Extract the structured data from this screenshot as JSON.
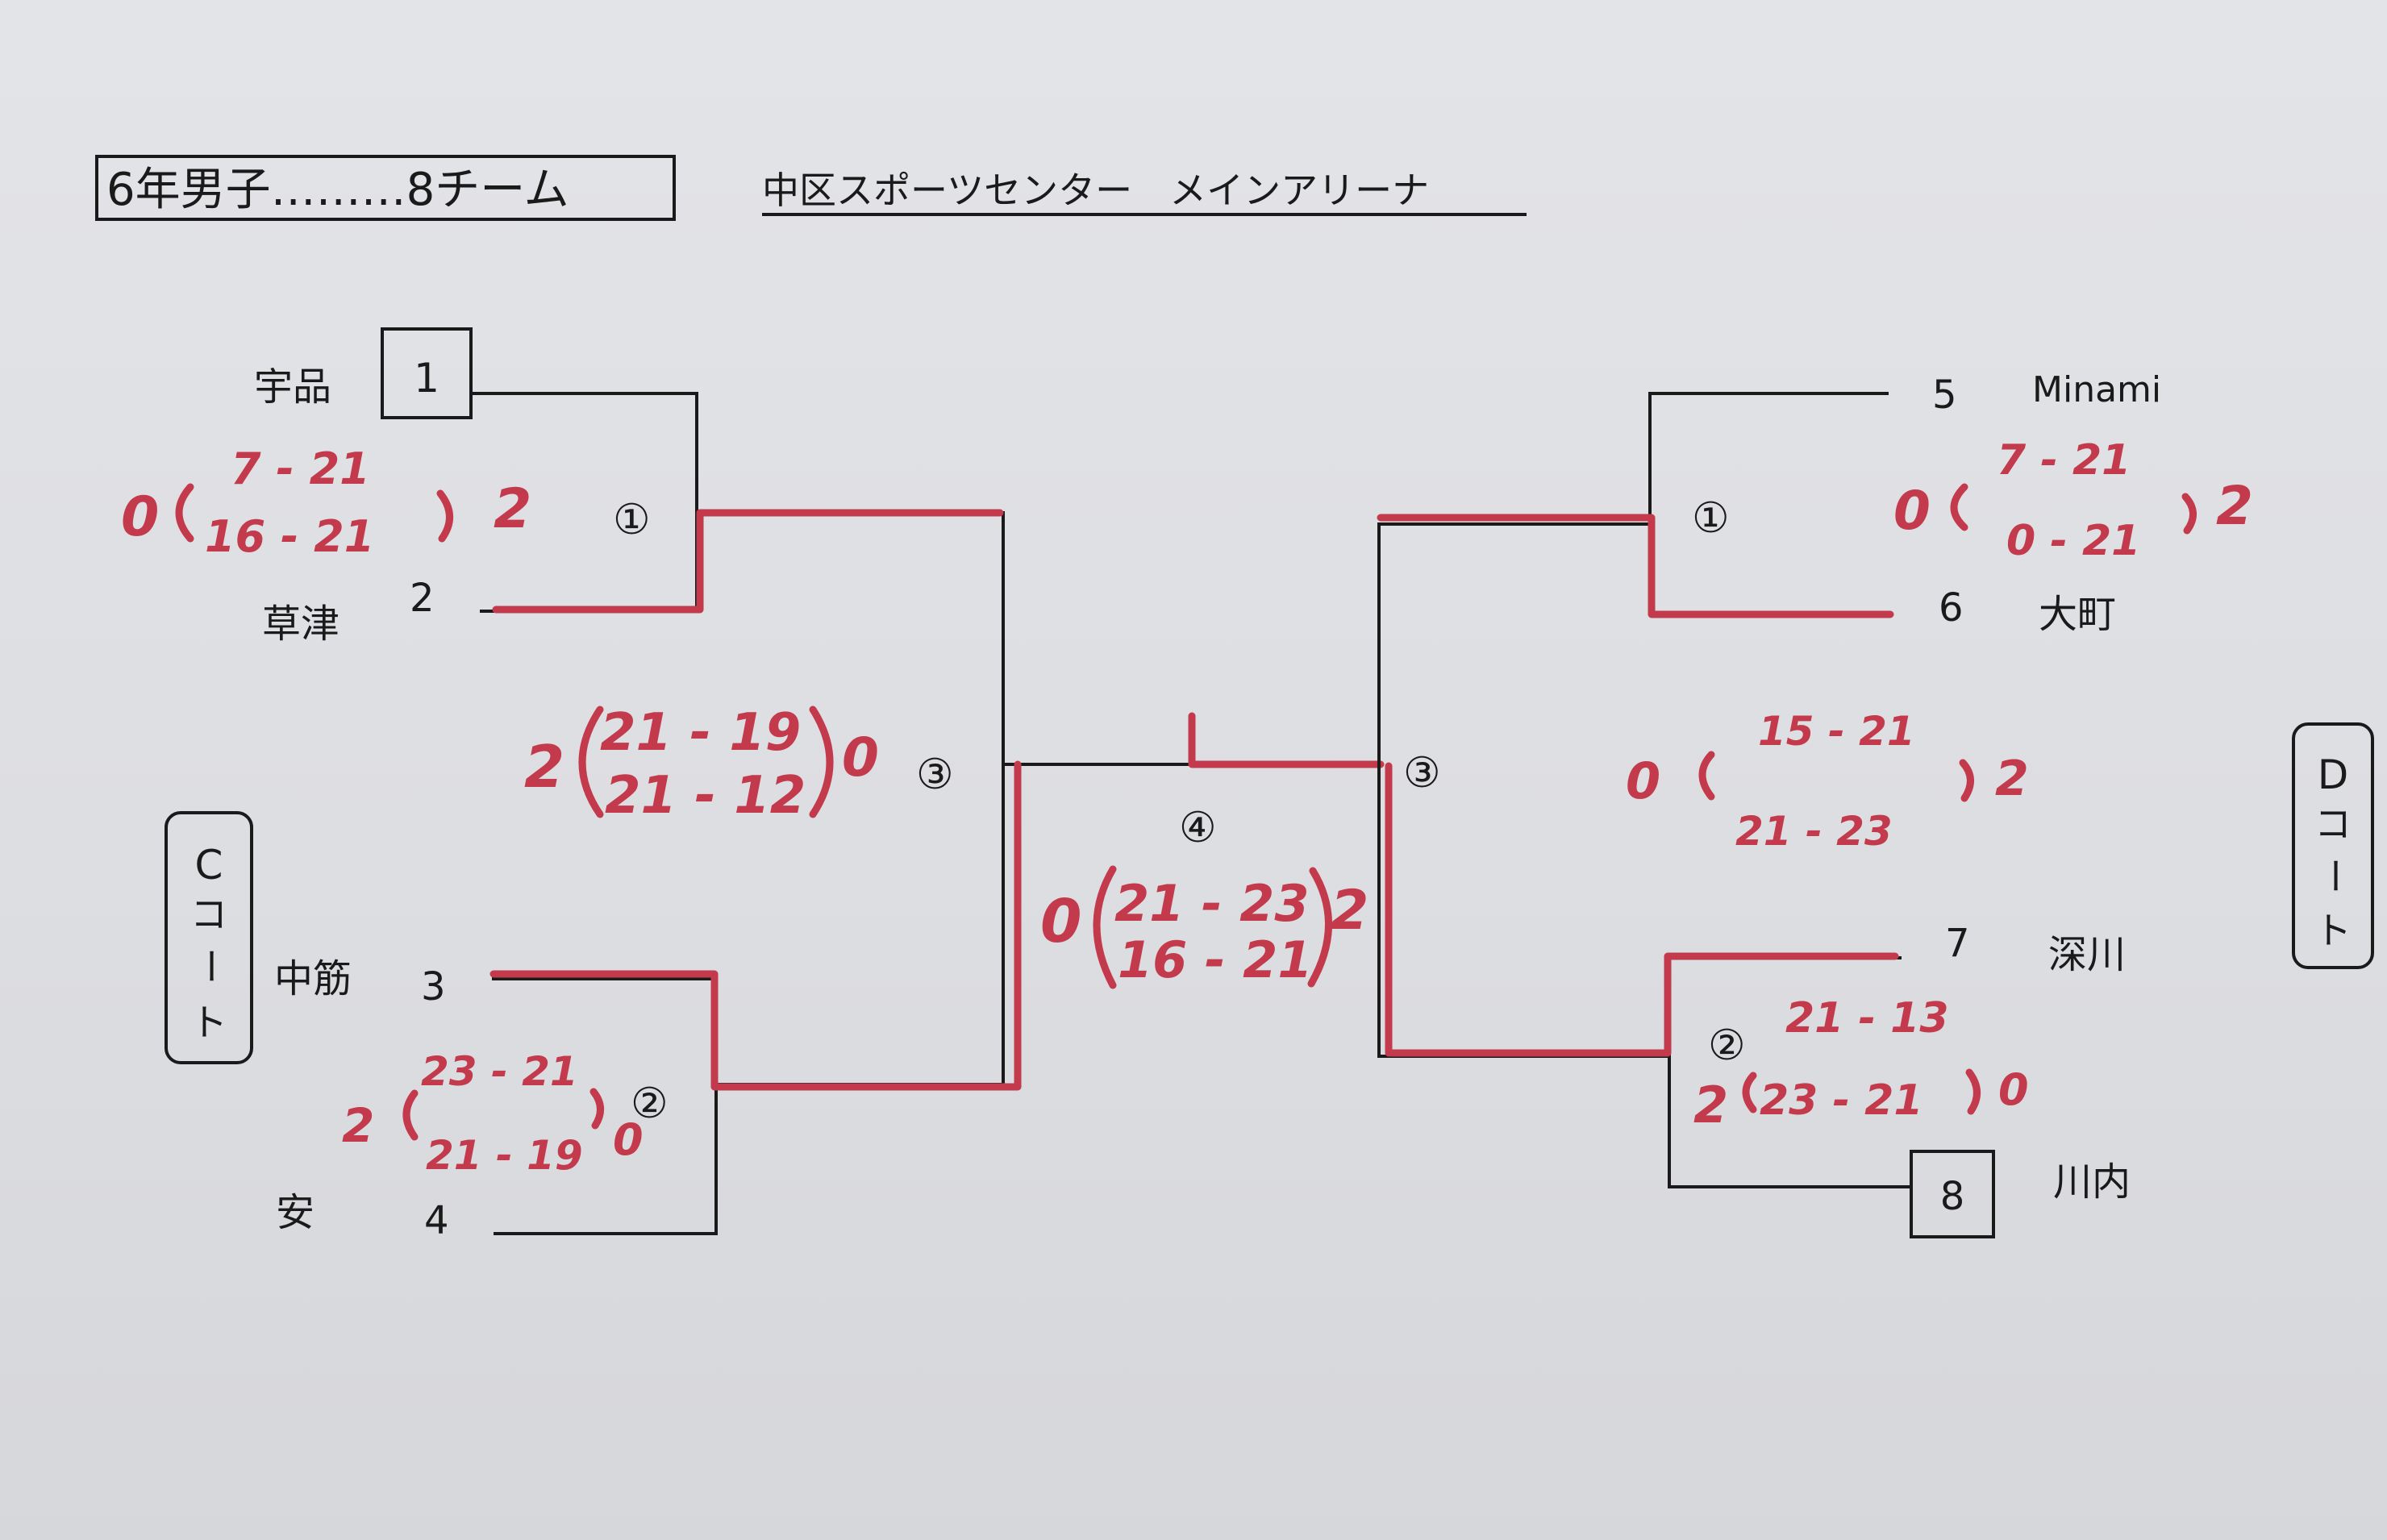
{
  "header": {
    "title": "6年男子………8チーム",
    "venue": "中区スポーツセンター　メインアリーナ"
  },
  "teams": [
    {
      "seed": "1",
      "name": "宇品"
    },
    {
      "seed": "2",
      "name": "草津"
    },
    {
      "seed": "3",
      "name": "中筋"
    },
    {
      "seed": "4",
      "name": "安"
    },
    {
      "seed": "5",
      "name": "Minami"
    },
    {
      "seed": "6",
      "name": "大町"
    },
    {
      "seed": "7",
      "name": "深川"
    },
    {
      "seed": "8",
      "name": "川内"
    }
  ],
  "courts": {
    "left": {
      "letter": "C",
      "word": [
        "コ",
        "ー",
        "ト"
      ]
    },
    "right": {
      "letter": "D",
      "word": [
        "コ",
        "ー",
        "ト"
      ]
    }
  },
  "match_numbers": {
    "left_1": "①",
    "left_2": "②",
    "left_3": "③",
    "final": "④",
    "right_1": "①",
    "right_2": "②",
    "right_3": "③"
  },
  "results": {
    "left_1": {
      "left": "0",
      "right": "2",
      "set1": "7 - 21",
      "set2": "16 - 21"
    },
    "left_2": {
      "left": "2",
      "right": "0",
      "set1": "23 - 21",
      "set2": "21 - 19"
    },
    "left_3": {
      "left": "2",
      "right": "0",
      "set1": "21 - 19",
      "set2": "21 - 12"
    },
    "final": {
      "left": "0",
      "right": "2",
      "set1": "21 - 23",
      "set2": "16 - 21"
    },
    "right_1": {
      "left": "0",
      "right": "2",
      "set1": "7 - 21",
      "set2": "0 - 21"
    },
    "right_3": {
      "left": "0",
      "right": "2",
      "set1": "15 - 21",
      "set2": "21 - 23"
    },
    "right_2": {
      "left": "2",
      "right": "0",
      "set1": "21 - 13",
      "set2": "23 - 21"
    }
  },
  "colors": {
    "ink": "#1a1a1a",
    "marker": "#c23a4b",
    "paper": "#e0e1e5"
  }
}
